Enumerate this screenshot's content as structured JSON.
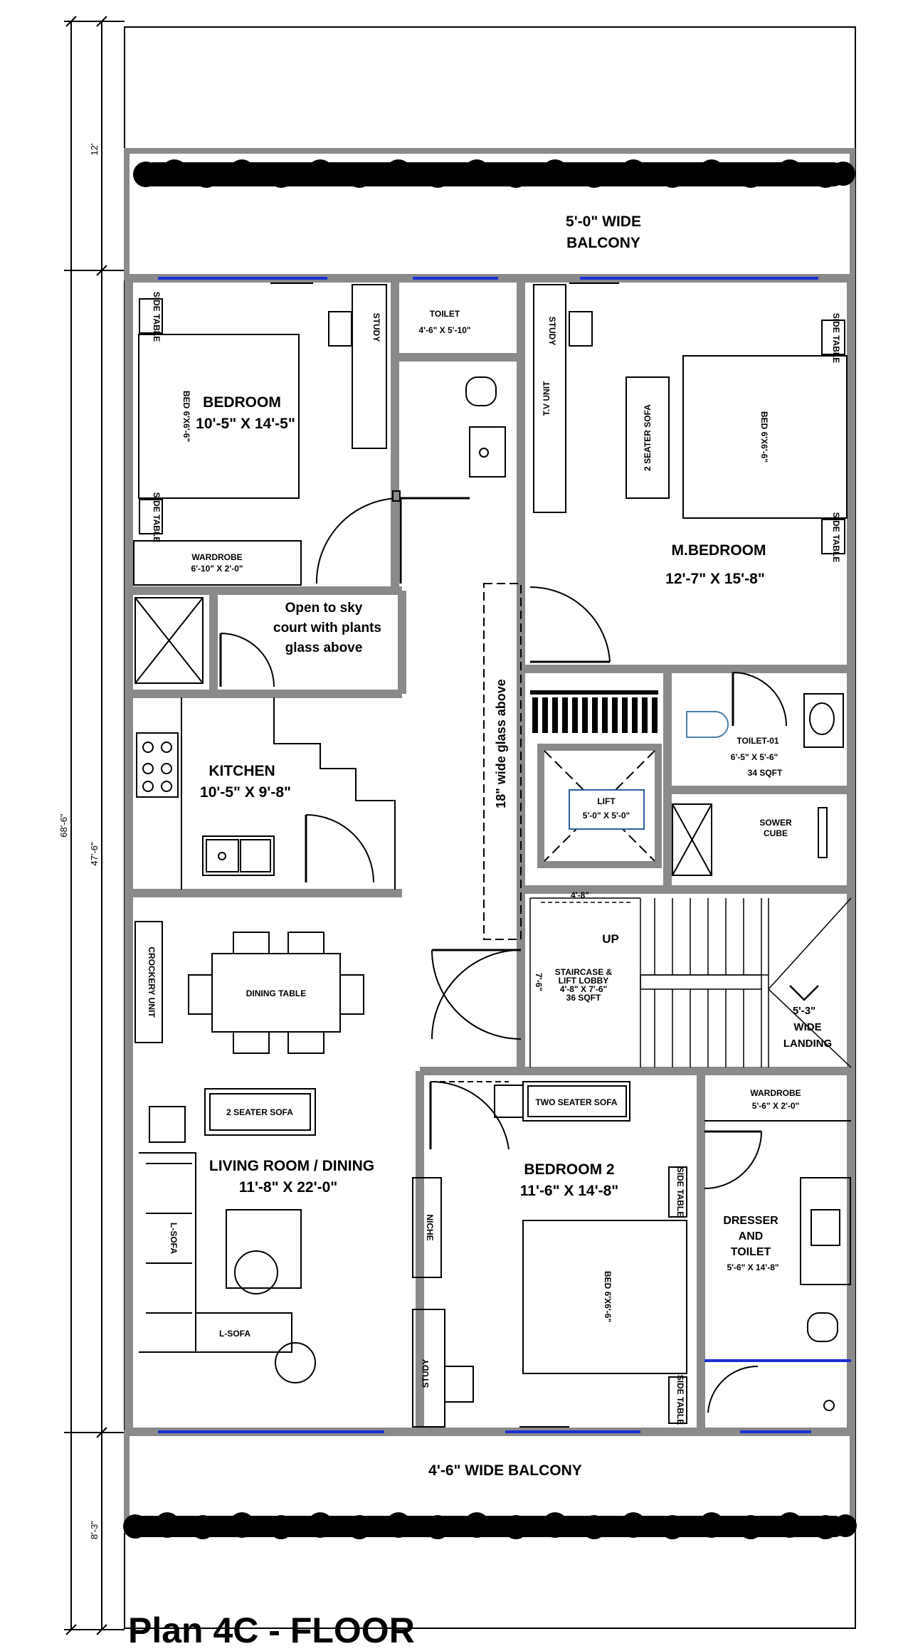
{
  "caption": "Plan 4C - FLOOR",
  "dimensions": {
    "overall": "68'-6\"",
    "rooms_span": "47'-6\"",
    "front": "12'",
    "rear": "8'-3\""
  },
  "rooms": {
    "balcony_top_1": "5'-0\" WIDE",
    "balcony_top_2": "BALCONY",
    "bedroom_1": "BEDROOM",
    "bedroom_1_size": "10'-5\" X 14'-5\"",
    "toilet_1": "TOILET",
    "toilet_1_size": "4'-6\" X 5'-10\"",
    "mbedroom": "M.BEDROOM",
    "mbedroom_size": "12'-7\" X 15'-8\"",
    "open_sky_1": "Open to sky",
    "open_sky_2": "court with plants",
    "open_sky_3": "glass above",
    "kitchen": "KITCHEN",
    "kitchen_size": "10'-5\" X 9'-8\"",
    "glass_strip": "18\" wide glass above",
    "lift": "LIFT",
    "lift_size": "5'-0\" X 5'-0\"",
    "toilet_01": "TOILET-01",
    "toilet_01_size": "6'-5\" X 5'-6\"",
    "toilet_01_area": "34 SQFT",
    "shower": "SOWER",
    "shower_2": "CUBE",
    "stair_up": "UP",
    "stair_lobby_1": "STAIRCASE &",
    "stair_lobby_2": "LIFT LOBBY",
    "stair_lobby_3": "4'-8\" X 7'-6\"",
    "stair_lobby_4": "36 SQFT",
    "stair_dim": "4'-8\"",
    "stair_dim_v": "7'-6\"",
    "landing_1": "5'-3\"",
    "landing_2": "WIDE",
    "landing_3": "LANDING",
    "living": "LIVING ROOM / DINING",
    "living_size": "11'-8\" X 22'-0\"",
    "bedroom_2": "BEDROOM 2",
    "bedroom_2_size": "11'-6\" X 14'-8\"",
    "dresser_1": "DRESSER",
    "dresser_2": "AND",
    "dresser_3": "TOILET",
    "dresser_size": "5'-6\" X 14'-8\"",
    "balcony_bottom": "4'-6\" WIDE BALCONY"
  },
  "furniture": {
    "side_table": "SIDE TABLE",
    "bed": "BED 6'X6'-6\"",
    "wardrobe_1": "WARDROBE",
    "wardrobe_1_size": "6'-10\" X 2'-0\"",
    "study": "STUDY",
    "tv_unit": "T.V UNIT",
    "sofa_2seater_vertical": "2 SEATER SOFA",
    "crockery": "CROCKERY UNIT",
    "dining_table": "DINING TABLE",
    "sofa_2seater": "2 SEATER SOFA",
    "two_seater_sofa": "TWO SEATER SOFA",
    "wardrobe_2": "WARDROBE",
    "wardrobe_2_size": "5'-6\" X 2'-0\"",
    "niche": "NICHE",
    "lsofa_v": "L-SOFA",
    "lsofa_h": "L-SOFA"
  }
}
